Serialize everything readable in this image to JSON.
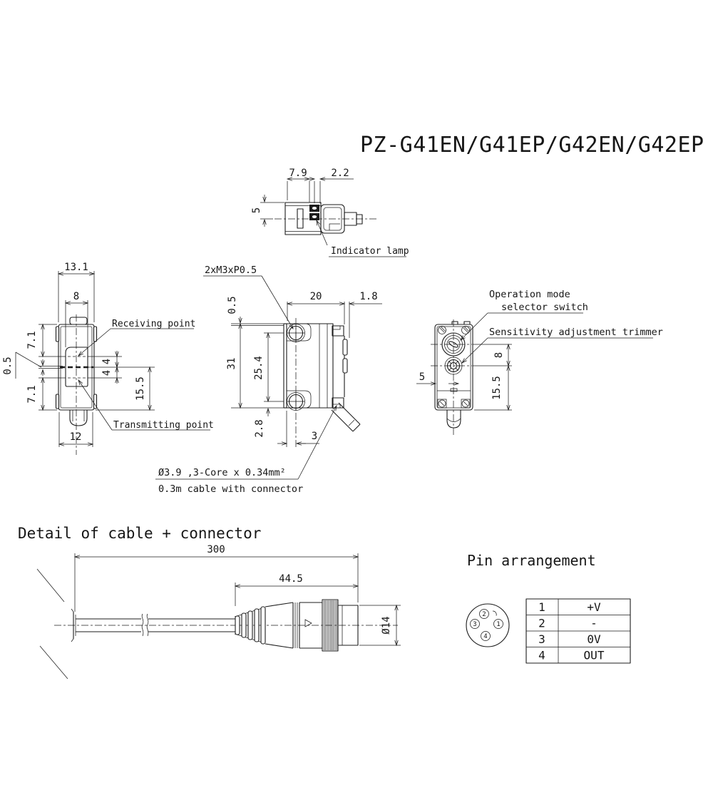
{
  "title": "PZ-G41EN/G41EP/G42EN/G42EP",
  "colors": {
    "line": "#1c1c1c",
    "background": "#ffffff"
  },
  "top_view": {
    "dim_7_9": "7.9",
    "dim_2_2": "2.2",
    "dim_5": "5",
    "indicator_label": "Indicator lamp"
  },
  "front_view": {
    "dim_13_1": "13.1",
    "dim_8": "8",
    "dim_7_1_top": "7.1",
    "dim_0_5": "0.5",
    "dim_7_1_bottom": "7.1",
    "dim_4_top": "4",
    "dim_4_bottom": "4",
    "dim_15_5": "15.5",
    "dim_12": "12",
    "receiving_label": "Receiving point",
    "transmitting_label": "Transmitting point"
  },
  "side_view": {
    "screw_label": "2xM3xP0.5",
    "dim_0_5": "0.5",
    "dim_31": "31",
    "dim_25_4": "25.4",
    "dim_2_8": "2.8",
    "dim_20": "20",
    "dim_1_8": "1.8",
    "dim_3": "3",
    "cable_note_line1": "Ø3.9 ,3-Core x 0.34mm²",
    "cable_note_line2": "0.3m cable with connector"
  },
  "rear_view": {
    "switch_label_line1": "Operation mode",
    "switch_label_line2": "selector switch",
    "trimmer_label": "Sensitivity adjustment trimmer",
    "dim_5": "5",
    "dim_8": "8",
    "dim_15_5": "15.5"
  },
  "cable_detail": {
    "heading": "Detail of cable + connector",
    "dim_300": "300",
    "dim_44_5": "44.5",
    "dim_dia": "Ø14"
  },
  "pin_arrangement": {
    "heading": "Pin arrangement",
    "face_pins": {
      "top": "2",
      "right": "1",
      "left": "3",
      "bottom": "4"
    },
    "table": [
      {
        "pin": "1",
        "signal": "+V"
      },
      {
        "pin": "2",
        "signal": "-"
      },
      {
        "pin": "3",
        "signal": "0V"
      },
      {
        "pin": "4",
        "signal": "OUT"
      }
    ]
  }
}
